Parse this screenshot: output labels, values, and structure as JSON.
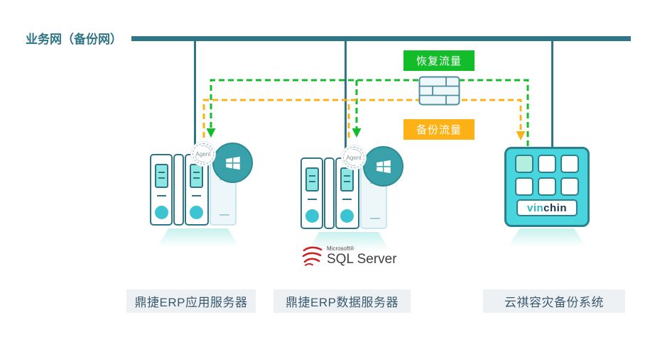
{
  "title": "业务网（备份网）",
  "legend": {
    "recovery": "恢复流量",
    "backup": "备份流量"
  },
  "nodes": {
    "app_server": {
      "caption": "鼎捷ERP应用服务器",
      "agent": "Agent"
    },
    "db_server": {
      "caption": "鼎捷ERP数据服务器",
      "agent": "Agent",
      "sql_logo": {
        "brand": "Microsoft®",
        "product": "SQL Server"
      }
    },
    "backup_appliance": {
      "caption": "云祺容灾备份系统",
      "logo_prefix": "vin",
      "logo_suffix": "chin"
    }
  },
  "colors": {
    "network_teal": "#2e7585",
    "flow_green": "#13bd2a",
    "flow_orange": "#fcb117",
    "server_border": "#2e7585",
    "screen_fill": "#8ee6e2",
    "circle_fill": "#3cc4d2",
    "windows_teal": "#38a1a9",
    "appliance_fill": "#48d5de",
    "appliance_border": "#2b808e",
    "cell_mint": "#b2efdc",
    "pale_fill": "#edf7fa",
    "pale_border": "#c9e6ee",
    "caption_bg": "#edf1f4",
    "caption_text": "#3b5a6e",
    "shadow_teal": "#c7f1ee",
    "sql_red": "#cc2127",
    "vinchin_teal": "#2fb5c0",
    "vinchin_navy": "#17374f",
    "firewall_fill": "#eef8fa",
    "firewall_stroke": "#4d8da0"
  }
}
